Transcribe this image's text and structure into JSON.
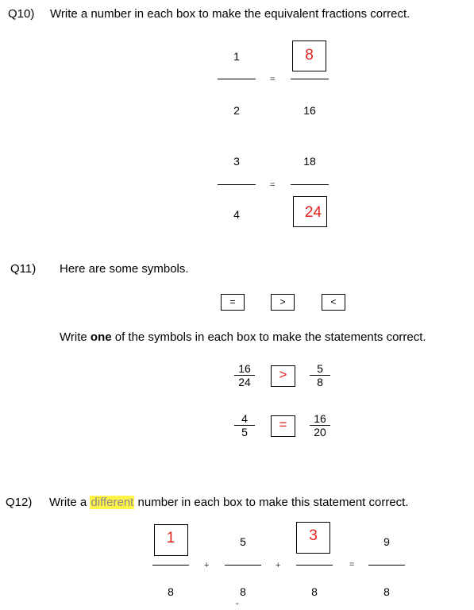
{
  "q10": {
    "label": "Q10)",
    "text": "Write a number in each box to make the equivalent fractions correct.",
    "row1": {
      "left_num": "1",
      "left_den": "2",
      "eq": "=",
      "right_num_answer": "8",
      "right_den": "16"
    },
    "row2": {
      "left_num": "3",
      "left_den": "4",
      "eq": "=",
      "right_num": "18",
      "right_den_answer": "24"
    }
  },
  "q11": {
    "label": "Q11)",
    "intro": "Here are some symbols.",
    "symbols": [
      "=",
      ">",
      "<"
    ],
    "instruction_pre": "Write ",
    "instruction_bold": "one",
    "instruction_post": " of the symbols in each box to make the statements correct.",
    "statement1": {
      "left_num": "16",
      "left_den": "24",
      "answer": ">",
      "right_num": "5",
      "right_den": "8"
    },
    "statement2": {
      "left_num": "4",
      "left_den": "5",
      "answer": "=",
      "right_num": "16",
      "right_den": "20"
    }
  },
  "q12": {
    "label": "Q12)",
    "text_pre": "Write a ",
    "text_highlight": "different",
    "text_post": " number in each box to make this statement correct.",
    "terms": [
      {
        "num_answer": "1",
        "den": "8"
      },
      {
        "num": "5",
        "den": "8"
      },
      {
        "num_answer": "3",
        "den": "8"
      },
      {
        "num": "9",
        "den": "8"
      }
    ],
    "ops": [
      "+",
      "+",
      "="
    ],
    "footer_mark": "\""
  },
  "colors": {
    "answer": "#e0201d",
    "highlight": "#fff34a"
  }
}
